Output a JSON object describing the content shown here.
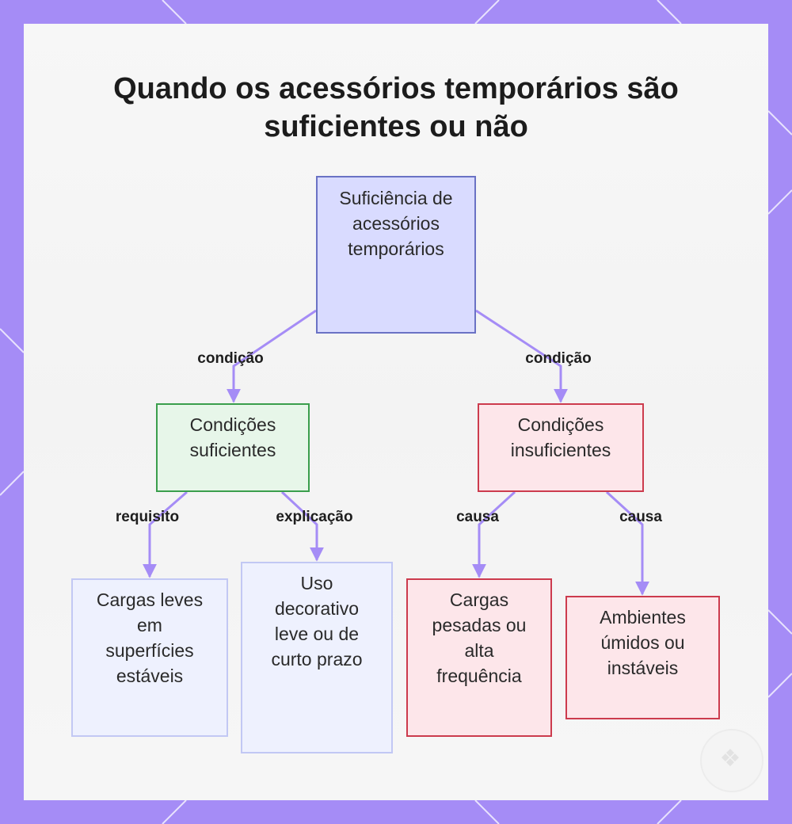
{
  "title": {
    "line1": "Quando os acessórios temporários são",
    "line2": "suficientes ou não"
  },
  "nodes": {
    "root": "Suficiência de acessórios temporários",
    "sufficient": "Condições suficientes",
    "insufficient": "Condições insuficientes",
    "light_loads": "Cargas leves em superfícies estáveis",
    "decorative_use": "Uso decorativo leve ou de curto prazo",
    "heavy_loads": "Cargas pesadas ou alta frequência",
    "humid_environments": "Ambientes úmidos ou instáveis"
  },
  "edges": {
    "root_to_sufficient": "condição",
    "root_to_insufficient": "condição",
    "sufficient_to_light_loads": "requisito",
    "sufficient_to_decorative": "explicação",
    "insufficient_to_heavy": "causa",
    "insufficient_to_humid": "causa"
  },
  "colors": {
    "frame": "#a58cf6",
    "connector": "#a58cf6",
    "root_fill": "#d9dbff",
    "sufficient_fill": "#e7f6e9",
    "insufficient_fill": "#fde6ea",
    "leaf_neutral_fill": "#eef1fe"
  },
  "icons": {
    "watermark": "brand-logo-icon"
  }
}
